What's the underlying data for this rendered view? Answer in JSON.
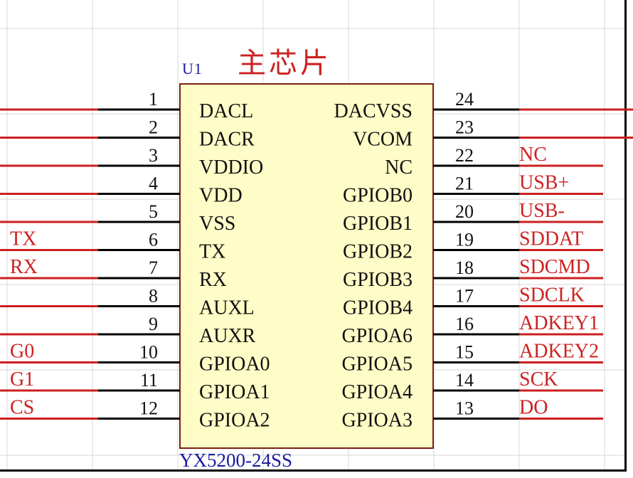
{
  "component": {
    "ref": "U1",
    "title": "主芯片",
    "part": "YX5200-24SS"
  },
  "left_pins": [
    {
      "num": "1",
      "name": "DACL",
      "net": ""
    },
    {
      "num": "2",
      "name": "DACR",
      "net": ""
    },
    {
      "num": "3",
      "name": "VDDIO",
      "net": ""
    },
    {
      "num": "4",
      "name": "VDD",
      "net": ""
    },
    {
      "num": "5",
      "name": "VSS",
      "net": ""
    },
    {
      "num": "6",
      "name": "TX",
      "net": "TX"
    },
    {
      "num": "7",
      "name": "RX",
      "net": "RX"
    },
    {
      "num": "8",
      "name": "AUXL",
      "net": ""
    },
    {
      "num": "9",
      "name": "AUXR",
      "net": ""
    },
    {
      "num": "10",
      "name": "GPIOA0",
      "net": "G0"
    },
    {
      "num": "11",
      "name": "GPIOA1",
      "net": "G1"
    },
    {
      "num": "12",
      "name": "GPIOA2",
      "net": "CS"
    }
  ],
  "right_pins": [
    {
      "num": "24",
      "name": "DACVSS",
      "net": ""
    },
    {
      "num": "23",
      "name": "VCOM",
      "net": ""
    },
    {
      "num": "22",
      "name": "NC",
      "net": "NC"
    },
    {
      "num": "21",
      "name": "GPIOB0",
      "net": "USB+"
    },
    {
      "num": "20",
      "name": "GPIOB1",
      "net": "USB-"
    },
    {
      "num": "19",
      "name": "GPIOB2",
      "net": "SDDAT"
    },
    {
      "num": "18",
      "name": "GPIOB3",
      "net": "SDCMD"
    },
    {
      "num": "17",
      "name": "GPIOB4",
      "net": "SDCLK"
    },
    {
      "num": "16",
      "name": "GPIOA6",
      "net": "ADKEY1"
    },
    {
      "num": "15",
      "name": "GPIOA5",
      "net": "ADKEY2"
    },
    {
      "num": "14",
      "name": "GPIOA4",
      "net": "SCK"
    },
    {
      "num": "13",
      "name": "GPIOA3",
      "net": "DO"
    }
  ],
  "colors": {
    "body_fill": "#fffdc7",
    "body_stroke": "#7a1f14",
    "pin_line": "#000000",
    "wire": "#cc1f1f",
    "pin_text": "#111111",
    "net_text": "#cc2222",
    "grid": "#d7d7d7"
  }
}
